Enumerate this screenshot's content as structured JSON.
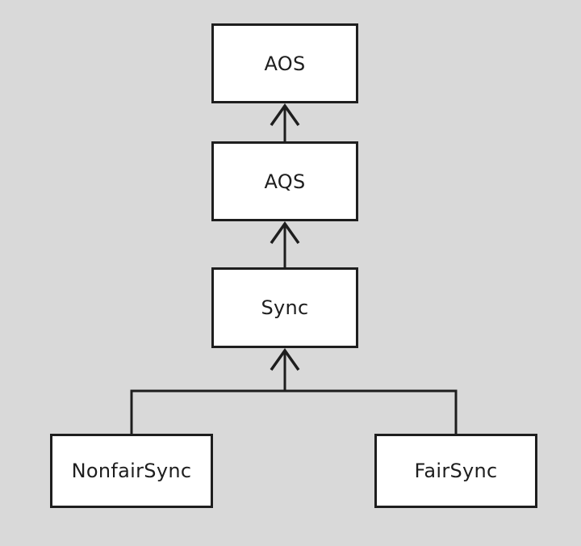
{
  "diagram": {
    "nodes": {
      "aos": "AOS",
      "aqs": "AQS",
      "sync": "Sync",
      "nonfair_sync": "NonfairSync",
      "fair_sync": "FairSync"
    },
    "edges": [
      {
        "from": "aqs",
        "to": "aos"
      },
      {
        "from": "sync",
        "to": "aqs"
      },
      {
        "from": "nonfair_sync",
        "to": "sync"
      },
      {
        "from": "fair_sync",
        "to": "sync"
      }
    ],
    "colors": {
      "background": "#d9d9d9",
      "node_fill": "#ffffff",
      "stroke": "#1e1e1e"
    }
  }
}
